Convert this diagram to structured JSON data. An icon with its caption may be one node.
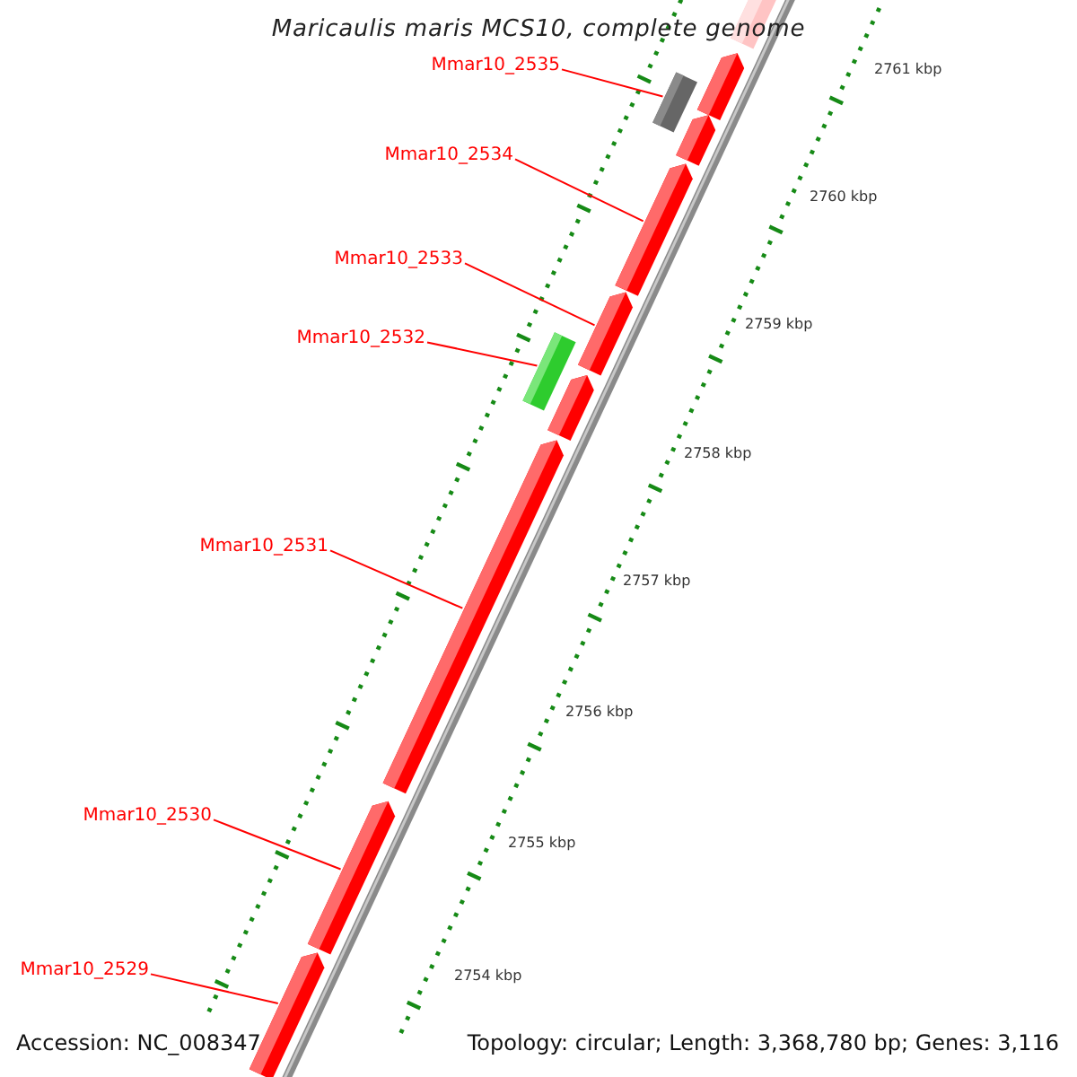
{
  "diagram": {
    "title": "Maricaulis maris MCS10, complete genome",
    "nodes": [
      {
        "text": [
          "Mmar10_2535"
        ]
      },
      {
        "text": [
          "Mmar10_2534"
        ]
      },
      {
        "text": [
          "Mmar10_2533"
        ]
      },
      {
        "text": [
          "Mmar10_2532"
        ]
      },
      {
        "text": [
          "Mmar10_2531"
        ]
      },
      {
        "text": [
          "Mmar10_2530"
        ]
      },
      {
        "text": [
          "Mmar10_2529"
        ]
      },
      {
        "text": [],
        "shape": "arrow"
      },
      {
        "text": [],
        "shape": "arrow"
      },
      {
        "text": [],
        "shape": "box"
      },
      {
        "text": [],
        "shape": "arrow"
      },
      {
        "text": [],
        "shape": "arrow"
      },
      {
        "text": [],
        "shape": "arrow"
      },
      {
        "text": [],
        "shape": "box"
      },
      {
        "text": [],
        "shape": "arrow"
      },
      {
        "text": [],
        "shape": "arrow"
      },
      {
        "text": [],
        "shape": "arrow"
      },
      {
        "text": [],
        "shape": "arrow"
      }
    ],
    "edges": [
      {
        "from": 0,
        "to": 9,
        "arrow": "none"
      },
      {
        "from": 1,
        "to": 11,
        "arrow": "none"
      },
      {
        "from": 2,
        "to": 12,
        "arrow": "none"
      },
      {
        "from": 3,
        "to": 13,
        "arrow": "none"
      },
      {
        "from": 4,
        "to": 15,
        "arrow": "none"
      },
      {
        "from": 5,
        "to": 16,
        "arrow": "none"
      },
      {
        "from": 6,
        "to": 17,
        "arrow": "none"
      }
    ],
    "labels": [
      "2761 kbp",
      "2760 kbp",
      "2759 kbp",
      "2758 kbp",
      "2757 kbp",
      "2756 kbp",
      "2755 kbp",
      "2754 kbp",
      "Accession: NC_008347",
      "Topology: circular; Length: 3,368,780 bp; Genes: 3,116"
    ]
  }
}
